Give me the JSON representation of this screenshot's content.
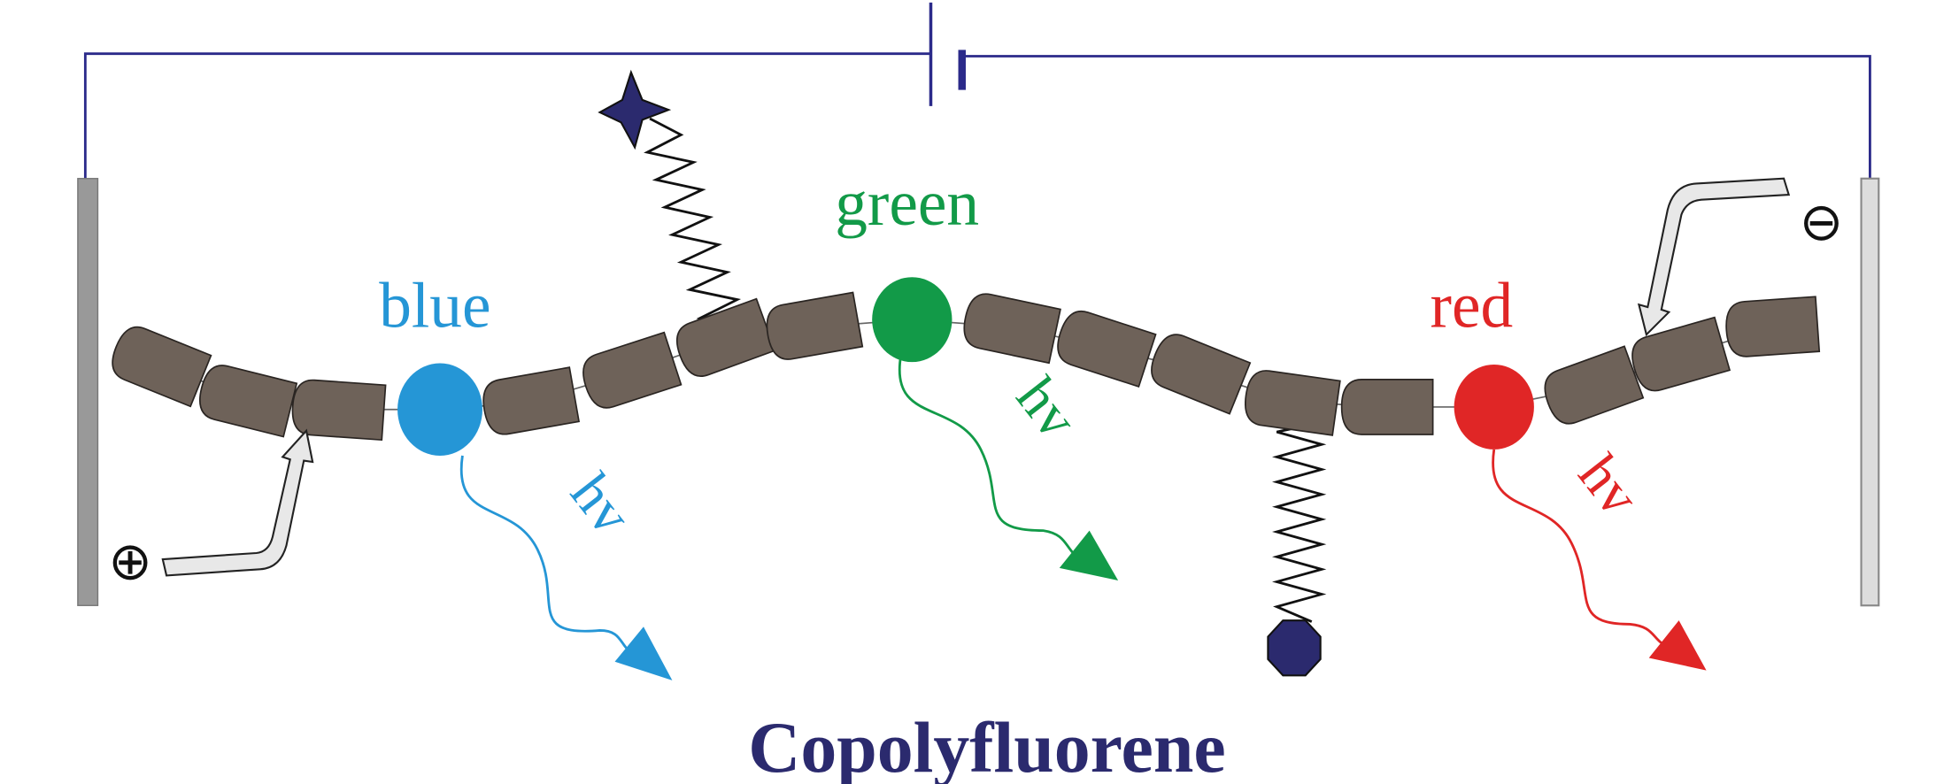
{
  "title": "Copolyfluorene",
  "labels": {
    "blue": "blue",
    "green": "green",
    "red": "red"
  },
  "emission": {
    "blue": "hv",
    "green": "hv",
    "red": "hv"
  },
  "charges": {
    "positive": "⊕",
    "negative": "⊖"
  },
  "colors": {
    "blue": "#2596d6",
    "green": "#129a48",
    "red": "#e02626",
    "wire": "#2b2a8a",
    "segment": "#6e6259",
    "title": "#2b2a6e",
    "endgroup": "#2b2a6e"
  }
}
